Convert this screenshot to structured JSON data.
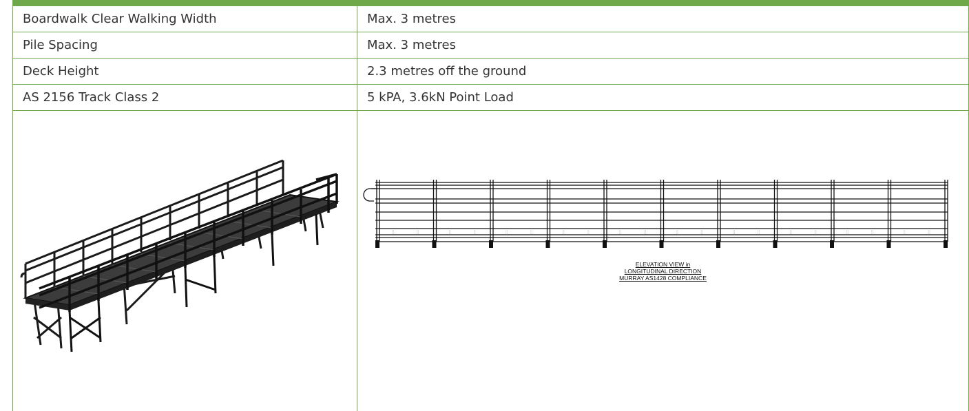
{
  "specs": [
    {
      "label": "Boardwalk Clear Walking Width",
      "value": "Max. 3 metres"
    },
    {
      "label": "Pile Spacing",
      "value": "Max. 3 metres"
    },
    {
      "label": "Deck Height",
      "value": "2.3 metres off the ground"
    },
    {
      "label": "AS 2156 Track Class 2",
      "value": "5 kPA, 3.6kN Point Load"
    }
  ],
  "elevation": {
    "caption_line1": "ELEVATION VIEW in",
    "caption_line2": "LONGITUDINAL DIRECTION",
    "caption_line3": "MURRAY AS1428 COMPLIANCE"
  },
  "colors": {
    "accent": "#6fa84a",
    "text": "#333333"
  }
}
